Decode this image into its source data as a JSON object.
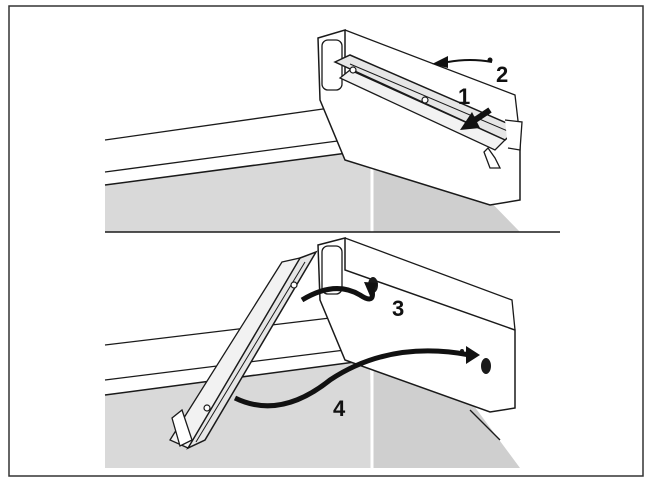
{
  "diagram": {
    "steps": [
      {
        "number": "1"
      },
      {
        "number": "2"
      },
      {
        "number": "3"
      },
      {
        "number": "4"
      }
    ]
  },
  "colors": {
    "outline": "#1a1a1a",
    "cavity_fill": "#d9d9d9",
    "cavity_shadow": "#bdbdbd",
    "rail_fill": "#e6e6e6",
    "arrow": "#111111",
    "border": "#333333"
  }
}
